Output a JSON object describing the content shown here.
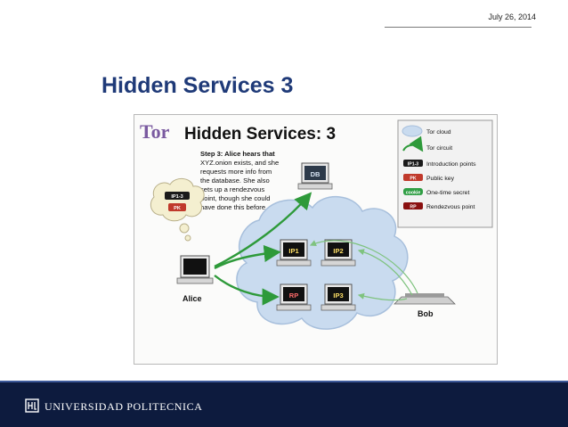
{
  "header": {
    "date": "July 26, 2014"
  },
  "slide": {
    "title": "Hidden Services 3"
  },
  "figure": {
    "brand": "Tor",
    "heading": "Hidden Services: 3",
    "step_text": [
      "Step 3: Alice hears that",
      "XYZ.onion exists, and she",
      "requests more info from",
      "the database.  She also",
      "sets up a rendezvous",
      "point, though she could",
      "have done this before."
    ],
    "nodes": {
      "db": "DB",
      "ip1": "IP1",
      "ip2": "IP2",
      "ip3": "IP3",
      "rp": "RP",
      "alice": "Alice",
      "bob": "Bob"
    },
    "thought": {
      "ip_label": "IP1-3",
      "pk_label": "PK"
    },
    "legend": [
      {
        "icon": "cloud-icon",
        "label": "Tor cloud"
      },
      {
        "icon": "circuit-arrow-icon",
        "label": "Tor circuit"
      },
      {
        "icon": "ip-badge-icon",
        "badge": "IP1-3",
        "label": "Introduction points"
      },
      {
        "icon": "pk-badge-icon",
        "badge": "PK",
        "label": "Public key"
      },
      {
        "icon": "cookie-badge-icon",
        "badge": "cookie",
        "label": "One-time secret"
      },
      {
        "icon": "rp-badge-icon",
        "badge": "RP",
        "label": "Rendezvous point"
      }
    ],
    "colors": {
      "cloud": "#c9dbef",
      "circuit": "#2e9a3a",
      "ip_badge": "#1a1a1a",
      "pk_badge": "#c0392b",
      "cookie_badge": "#2f9e44",
      "rp_badge": "#8a1010"
    }
  },
  "footer": {
    "institution": "UNIVERSIDAD POLITECNICA"
  }
}
